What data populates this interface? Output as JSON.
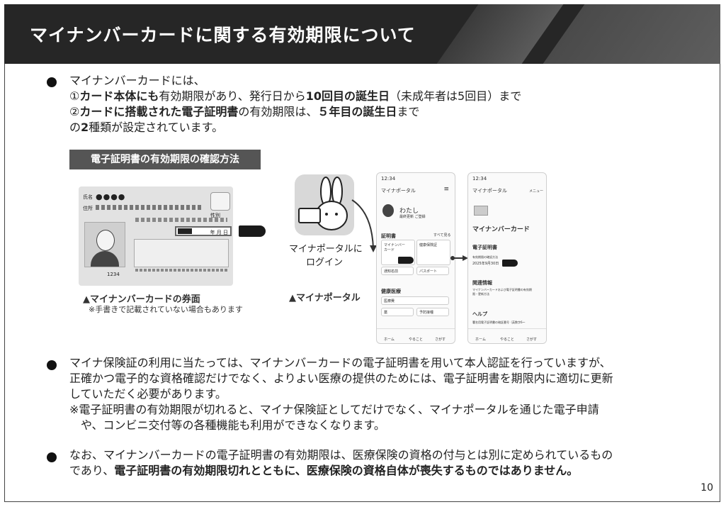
{
  "header": {
    "title": "マイナンバーカードに関する有効期限について"
  },
  "bullet1": {
    "line1": "マイナンバーカードには、",
    "line2": {
      "a": "①",
      "b": "カード本体にも",
      "c": "有効期限があり、発行日から",
      "d": "10回目の誕生日",
      "e": "（未成年者は5回目）まで"
    },
    "line3": {
      "a": "②",
      "b": "カードに搭載された電子証明書",
      "c": "の有効期限は、",
      "d": "５年目の誕生日",
      "e": "まで"
    },
    "line4": {
      "a": "の",
      "b": "2",
      "c": "種類が設定されています。"
    }
  },
  "section_tag": "電子証明書の有効期限の確認方法",
  "card": {
    "name_label": "氏名",
    "address_label": "住所",
    "sex_label": "性別",
    "date_text": "年 月 日",
    "number": "1234",
    "caption": "▲マイナンバーカードの券面",
    "note": "※手書きで記載されていない場合もあります"
  },
  "portal": {
    "login_label": "マイナポータルに\nログイン",
    "caption": "▲マイナポータル"
  },
  "phone1": {
    "time": "12:34",
    "app_title": "マイナポータル",
    "user_name": "わたし",
    "user_sub": "最終更新 ご登録",
    "section1": "証明書",
    "section1_link": "すべて見る",
    "card_item": "マイナンバーカード",
    "insurance_item": "健康保険証",
    "tile3": "通知名前",
    "tile4": "パスポート",
    "section2": "健康医療",
    "item5": "医療費",
    "item6": "薬",
    "item7": "予防接種",
    "nav": [
      "ホーム",
      "やること",
      "さがす"
    ]
  },
  "phone2": {
    "time": "12:34",
    "app_title": "マイナポータル",
    "menu": "メニュー",
    "title": "マイナンバーカード",
    "cert_label": "電子証明書",
    "cert_sub": "有効期限の確認方法",
    "cert_date": "2025年9月30日",
    "related": "関連情報",
    "related_text": "マイナンバーカードおよび電子証明書の有効期限・更新方法",
    "help": "ヘルプ",
    "help_text": "署名用電子証明書の暗証番号（英数字6～",
    "nav": [
      "ホーム",
      "やること",
      "さがす"
    ]
  },
  "bullet2": {
    "line1": "マイナ保険証の利用に当たっては、マイナンバーカードの電子証明書を用いて本人認証を行っていますが、",
    "line2": "正確かつ電子的な資格確認だけでなく、よりよい医療の提供のためには、電子証明書を期限内に適切に更新",
    "line3": "していただく必要があります。",
    "line4": "※電子証明書の有効期限が切れると、マイナ保険証としてだけでなく、マイナポータルを通じた電子申請",
    "line5": "　や、コンビニ交付等の各種機能も利用ができなくなります。"
  },
  "bullet3": {
    "line1": "なお、マイナンバーカードの電子証明書の有効期限は、医療保険の資格の付与とは別に定められているもの",
    "line2a": "であり、",
    "line2b": "電子証明書の有効期限切れとともに、医療保険の資格自体が喪失するものではありません。"
  },
  "page_number": "10",
  "colors": {
    "header_bg": "#262626",
    "header_text": "#ffffff",
    "tag_bg": "#555555"
  }
}
